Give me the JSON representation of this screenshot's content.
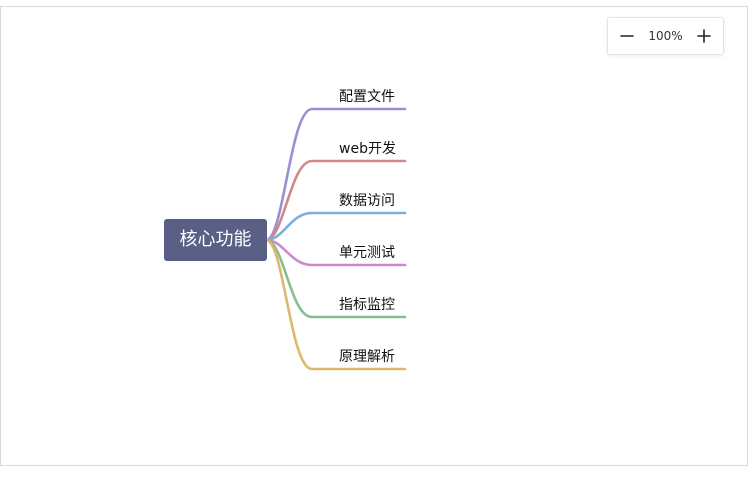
{
  "zoom": {
    "level": "100%"
  },
  "mindmap": {
    "root": {
      "label": "核心功能",
      "color": "#5a5f85"
    },
    "branches": [
      {
        "label": "配置文件",
        "color": "#9b8fd4"
      },
      {
        "label": "web开发",
        "color": "#d3888a"
      },
      {
        "label": "数据访问",
        "color": "#7aaedb"
      },
      {
        "label": "单元测试",
        "color": "#c98bcb"
      },
      {
        "label": "指标监控",
        "color": "#86bf8d"
      },
      {
        "label": "原理解析",
        "color": "#dcb86a"
      }
    ]
  }
}
